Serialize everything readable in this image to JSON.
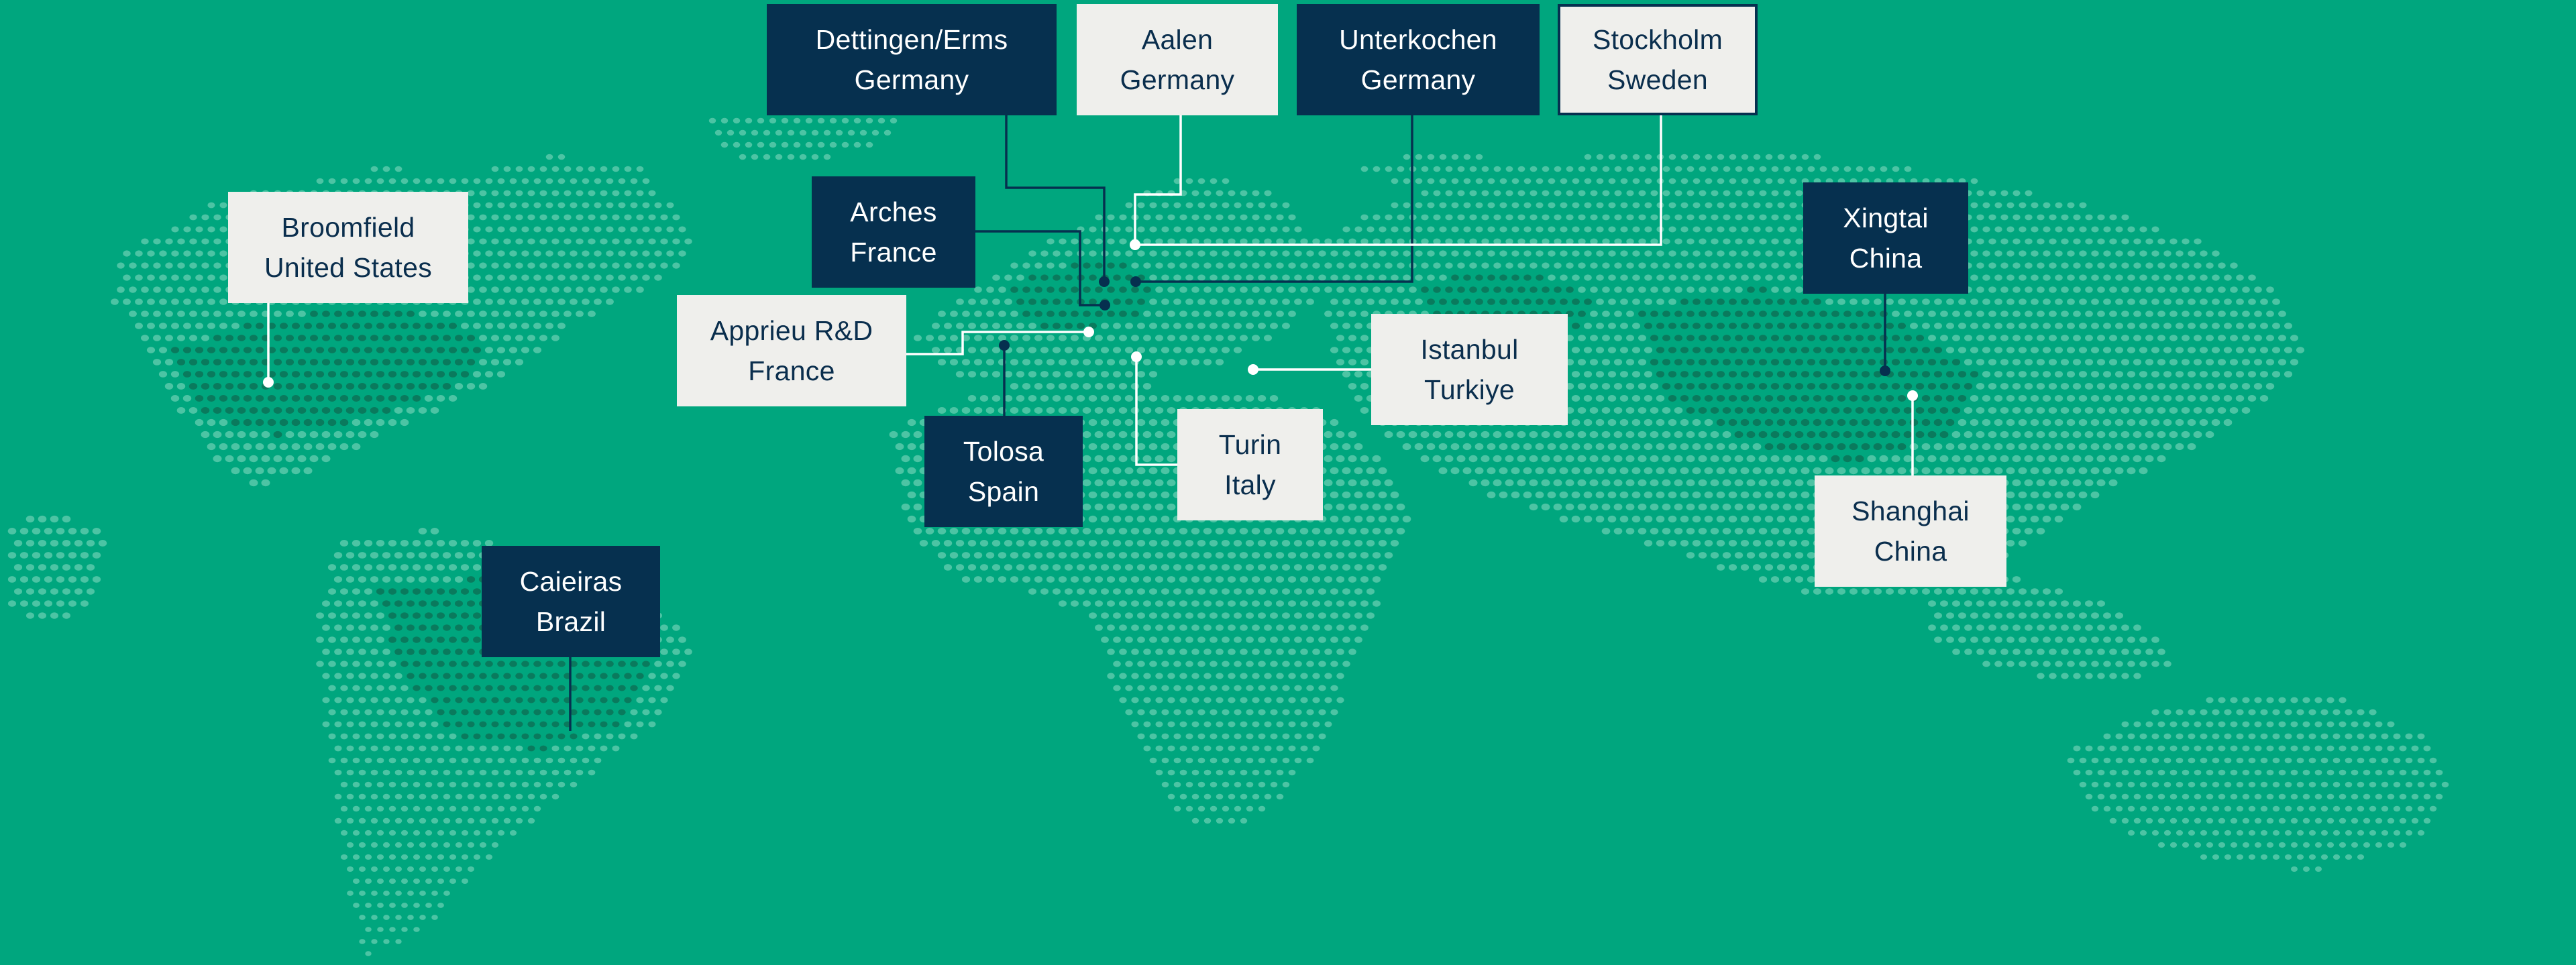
{
  "map": {
    "colors": {
      "background": "#00a67e",
      "dot_light": "#4cc4a4",
      "dot_dark": "#0a7a5d",
      "box_dark": "#06304f",
      "box_light": "#efefec",
      "connector_dark": "#06304f",
      "connector_light": "#ffffff"
    },
    "locations": [
      {
        "id": "dettingen",
        "city": "Dettingen/Erms",
        "country": "Germany",
        "style": "dark"
      },
      {
        "id": "aalen",
        "city": "Aalen",
        "country": "Germany",
        "style": "light"
      },
      {
        "id": "unterkochen",
        "city": "Unterkochen",
        "country": "Germany",
        "style": "dark"
      },
      {
        "id": "stockholm",
        "city": "Stockholm",
        "country": "Sweden",
        "style": "light"
      },
      {
        "id": "arches",
        "city": "Arches",
        "country": "France",
        "style": "dark"
      },
      {
        "id": "broomfield",
        "city": "Broomfield",
        "country": "United States",
        "style": "light"
      },
      {
        "id": "xingtai",
        "city": "Xingtai",
        "country": "China",
        "style": "dark"
      },
      {
        "id": "apprieu",
        "city": "Apprieu R&D",
        "country": "France",
        "style": "light"
      },
      {
        "id": "istanbul",
        "city": "Istanbul",
        "country": "Turkiye",
        "style": "light"
      },
      {
        "id": "tolosa",
        "city": "Tolosa",
        "country": "Spain",
        "style": "dark"
      },
      {
        "id": "turin",
        "city": "Turin",
        "country": "Italy",
        "style": "light"
      },
      {
        "id": "shanghai",
        "city": "Shanghai",
        "country": "China",
        "style": "light"
      },
      {
        "id": "caieiras",
        "city": "Caieiras",
        "country": "Brazil",
        "style": "dark"
      }
    ]
  }
}
